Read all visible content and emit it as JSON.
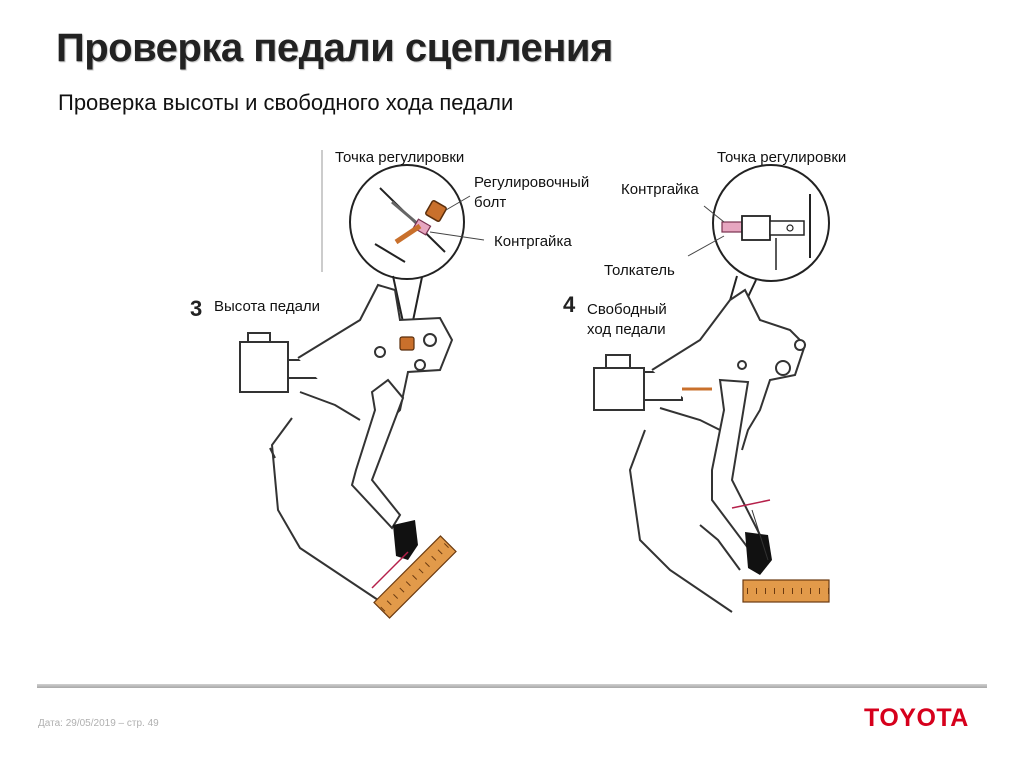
{
  "slide": {
    "title": "Проверка педали сцепления",
    "subtitle": "Проверка высоты и свободного хода педали"
  },
  "left_diagram": {
    "step_number": "3",
    "step_label": "Высота педали",
    "adjust_point": "Точка регулировки",
    "bolt_label_line1": "Регулировочный",
    "bolt_label_line2": "болт",
    "locknut_label": "Контргайка"
  },
  "right_diagram": {
    "step_number": "4",
    "step_label_line1": "Свободный",
    "step_label_line2": "ход педали",
    "adjust_point": "Точка регулировки",
    "locknut_label": "Контргайка",
    "pushrod_label": "Толкатель"
  },
  "footer": {
    "date_page": "Дата: 29/05/2019 – стр.  49",
    "logo": "TOYOTA"
  },
  "colors": {
    "logo_red": "#d6001c",
    "ruler_orange": "#e0903a",
    "part_pink": "#e7a6c0",
    "part_orange": "#c9702c"
  }
}
